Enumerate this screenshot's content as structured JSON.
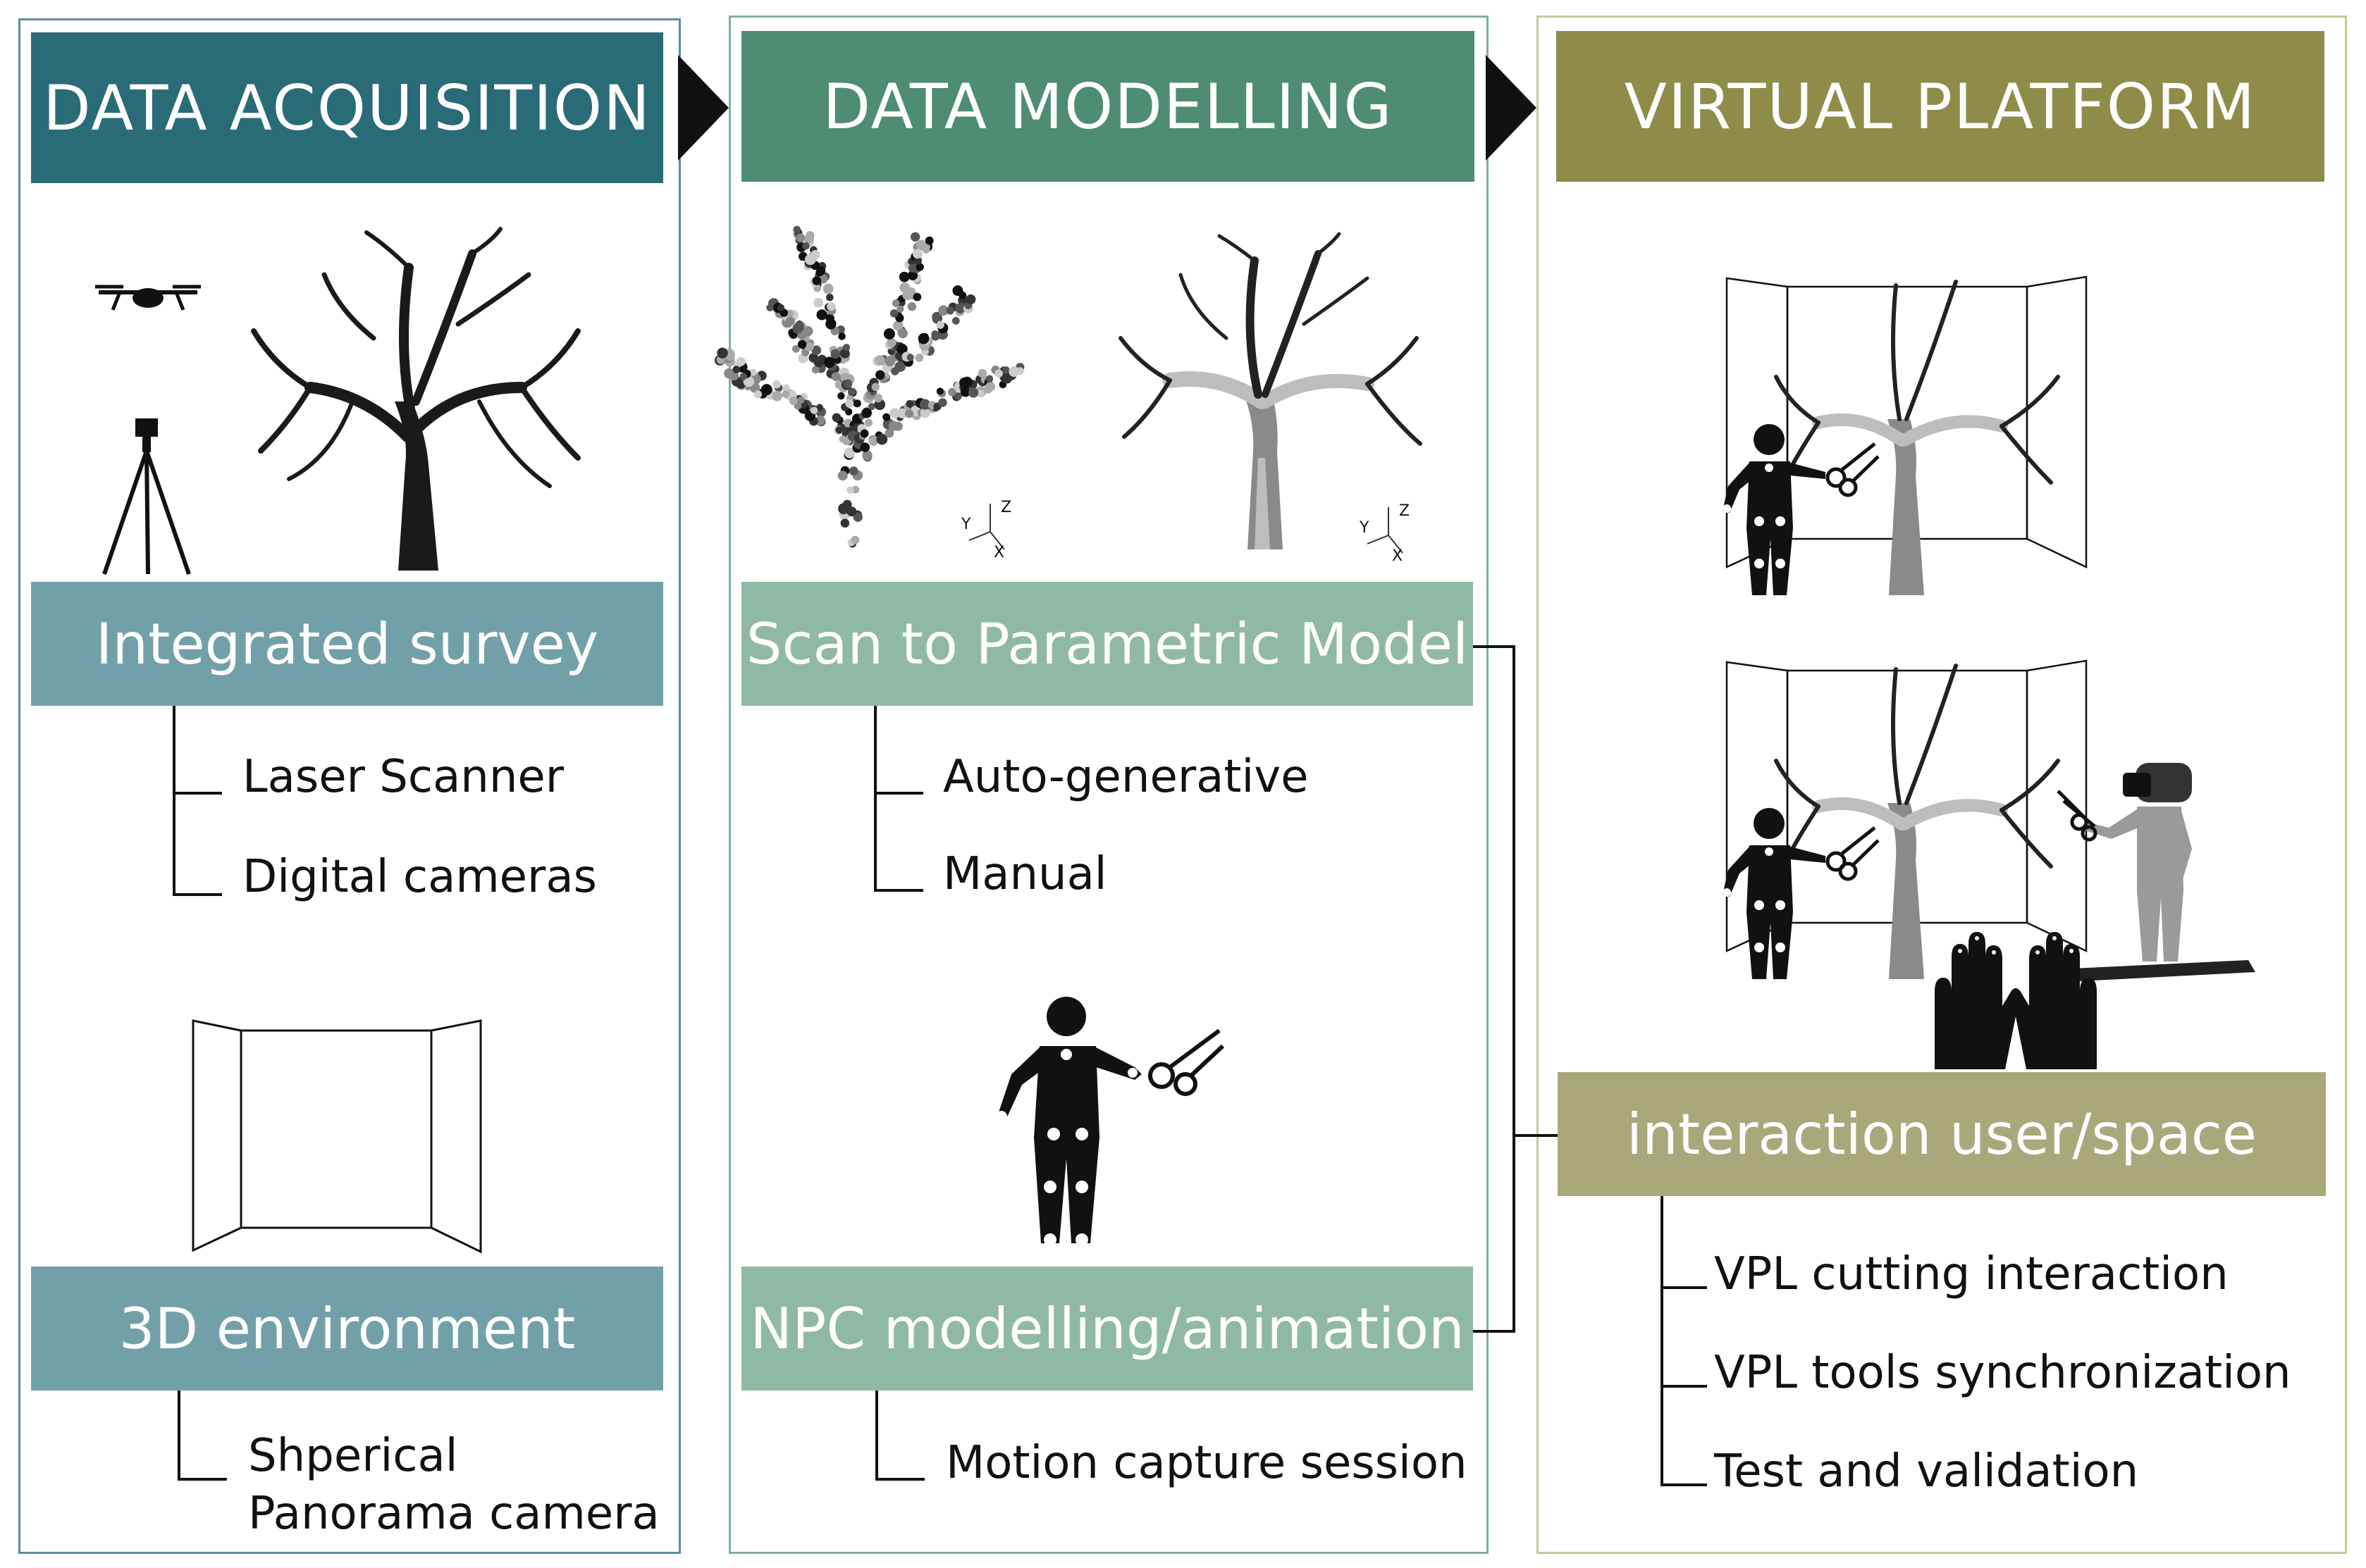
{
  "columns": [
    {
      "header": "DATA ACQUISITION",
      "groups": [
        {
          "title": "Integrated survey",
          "items": [
            "Laser Scanner",
            "Digital cameras"
          ]
        },
        {
          "title": "3D environment",
          "items": [
            "Shperical",
            "Panorama camera"
          ]
        }
      ]
    },
    {
      "header": "DATA MODELLING",
      "groups": [
        {
          "title": "Scan to Parametric Model",
          "items": [
            "Auto-generative",
            "Manual"
          ]
        },
        {
          "title": "NPC modelling/animation",
          "items": [
            "Motion capture session"
          ]
        }
      ]
    },
    {
      "header": "VIRTUAL PLATFORM",
      "groups": [
        {
          "title": "interaction user/space",
          "items": [
            "VPL cutting interaction",
            "VPL tools synchronization",
            "Test and validation"
          ]
        }
      ]
    }
  ],
  "axis_labels": {
    "x": "X",
    "y": "Y",
    "z": "Z"
  },
  "colors": {
    "acq_header": "#2a6b78",
    "acq_sub": "#72a0a8",
    "mod_header": "#4e8c74",
    "mod_sub": "#8fb9a4",
    "vp_header": "#8f8c49",
    "vp_sub": "#a9a87b"
  },
  "icons": [
    "drone-icon",
    "tripod-scanner-icon",
    "tree-icon",
    "point-cloud-tree-icon",
    "parametric-tree-icon",
    "cave-environment-icon",
    "npc-figure-icon",
    "scissors-icon",
    "vr-headset-user-icon",
    "gloves-icon"
  ]
}
